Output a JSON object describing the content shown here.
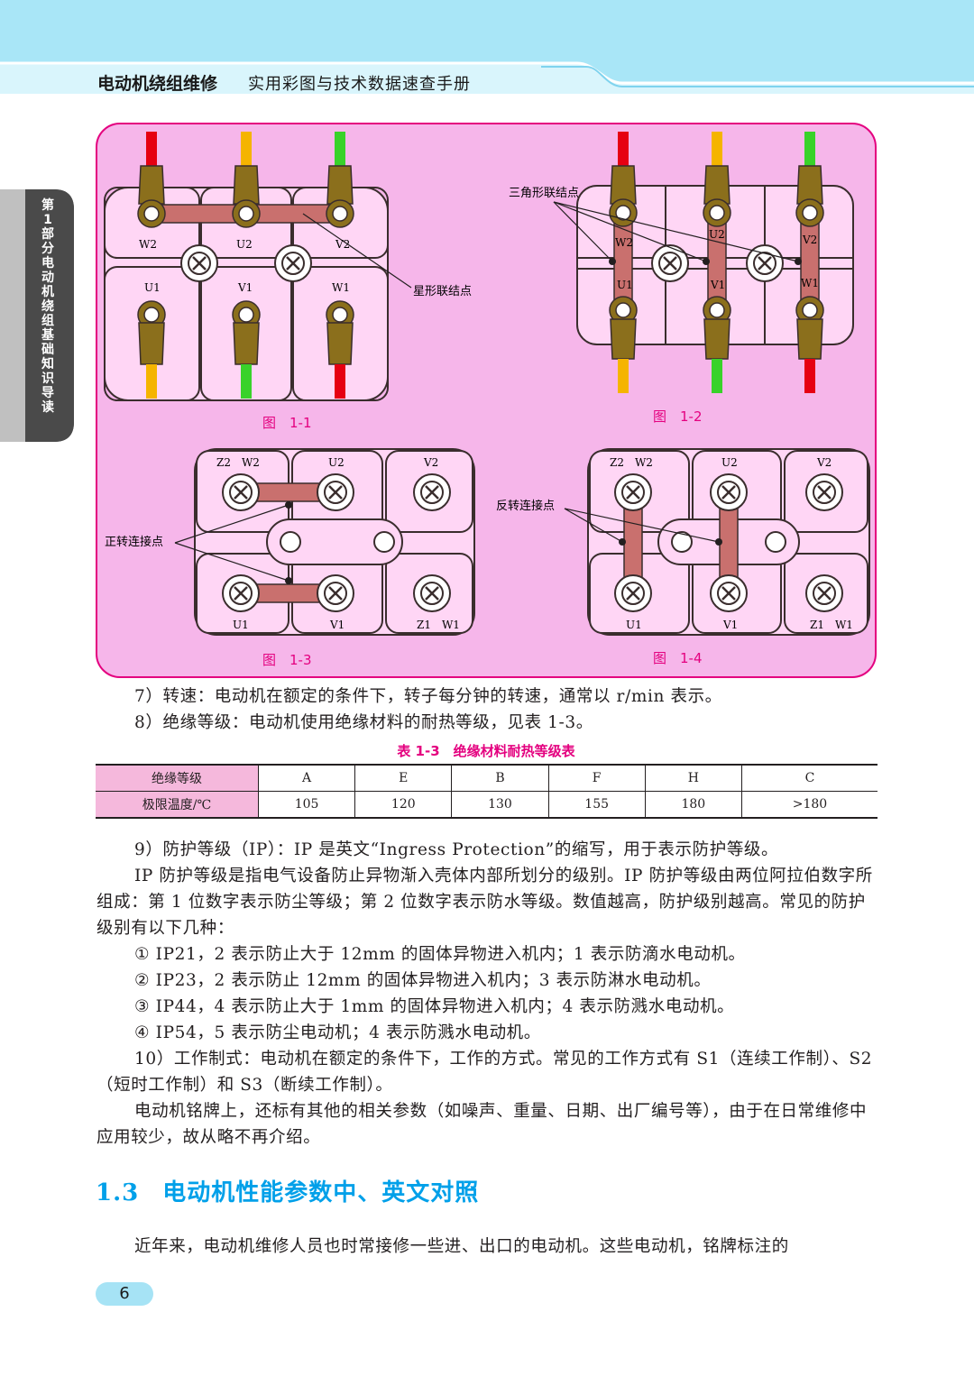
{
  "header": {
    "book_title": "电动机绕组维修",
    "book_subtitle": "实用彩图与技术数据速查手册"
  },
  "side_tab": {
    "text": "第1部分 电动机绕组基础知识导读"
  },
  "figures": {
    "fig1": {
      "caption": "图　1-1",
      "callout": "星形联结点",
      "top_labels": [
        "W2",
        "U2",
        "V2"
      ],
      "bottom_labels": [
        "U1",
        "V1",
        "W1"
      ]
    },
    "fig2": {
      "caption": "图　1-2",
      "callout": "三角形联结点",
      "top_labels": [
        "W2",
        "U2",
        "V2"
      ],
      "bottom_labels": [
        "U1",
        "V1",
        "W1"
      ]
    },
    "fig3": {
      "caption": "图　1-3",
      "callout": "正转连接点",
      "top_labels": [
        "Z2　W2",
        "U2",
        "V2"
      ],
      "bottom_labels": [
        "U1",
        "V1",
        "Z1　W1"
      ]
    },
    "fig4": {
      "caption": "图　1-4",
      "callout": "反转连接点",
      "top_labels": [
        "Z2　W2",
        "U2",
        "V2"
      ],
      "bottom_labels": [
        "U1",
        "V1",
        "Z1　W1"
      ]
    }
  },
  "items": {
    "p7": "7）转速：电动机在额定的条件下，转子每分钟的转速，通常以 r/min 表示。",
    "p8": "8）绝缘等级：电动机使用绝缘材料的耐热等级，见表 1-3。"
  },
  "table": {
    "caption": "表 1-3　绝缘材料耐热等级表",
    "row1": [
      "绝缘等级",
      "A",
      "E",
      "B",
      "F",
      "H",
      "C"
    ],
    "row2": [
      "极限温度/℃",
      "105",
      "120",
      "130",
      "155",
      "180",
      ">180"
    ]
  },
  "body": {
    "p9": "9）防护等级（IP）：IP 是英文“Ingress Protection”的缩写，用于表示防护等级。",
    "p_ip": "IP 防护等级是指电气设备防止异物渐入壳体内部所划分的级别。IP 防护等级由两位阿拉伯数字所组成：第 1 位数字表示防尘等级；第 2 位数字表示防水等级。数值越高，防护级别越高。常见的防护级别有以下几种：",
    "ip1": "① IP21，2 表示防止大于 12mm 的固体异物进入机内；1 表示防滴水电动机。",
    "ip2": "② IP23，2 表示防止 12mm 的固体异物进入机内；3 表示防淋水电动机。",
    "ip3": "③ IP44，4 表示防止大于 1mm 的固体异物进入机内；4 表示防溅水电动机。",
    "ip4": "④ IP54，5 表示防尘电动机；4 表示防溅水电动机。",
    "p10": "10）工作制式：电动机在额定的条件下，工作的方式。常见的工作方式有 S1（连续工作制）、S2（短时工作制）和 S3（断续工作制）。",
    "p_other": "电动机铭牌上，还标有其他的相关参数（如噪声、重量、日期、出厂编号等），由于在日常维修中应用较少，故从略不再介绍。"
  },
  "section": {
    "number": "1.3",
    "title": "电动机性能参数中、英文对照"
  },
  "last_para": "近年来，电动机维修人员也时常接修一些进、出口的电动机。这些电动机，铭牌标注的",
  "page_number": "6",
  "colors": {
    "accent_blue": "#00a0e9",
    "header_blue": "#8fdcf2",
    "magenta": "#e4007f",
    "panel_pink": "#f6b6ea"
  }
}
